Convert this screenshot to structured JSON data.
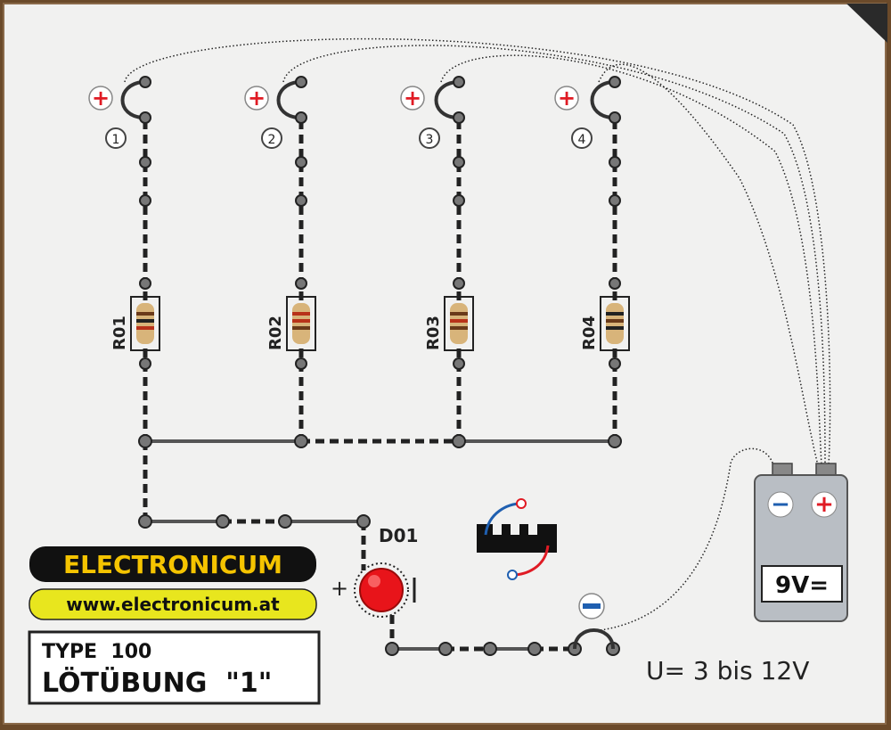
{
  "positions": [
    {
      "plus": "+",
      "number": "1",
      "resistor": "R01"
    },
    {
      "plus": "+",
      "number": "2",
      "resistor": "R02"
    },
    {
      "plus": "+",
      "number": "3",
      "resistor": "R03"
    },
    {
      "plus": "+",
      "number": "4",
      "resistor": "R04"
    }
  ],
  "led": {
    "label": "D01",
    "plus": "+"
  },
  "minus_terminal": "−",
  "brand": {
    "name": "ELECTRONICUM",
    "url": "www.electronicum.at"
  },
  "type_box": {
    "type": "TYPE  100",
    "title": "LÖTÜBUNG  \"1\""
  },
  "battery": {
    "label": "9V=",
    "plus": "+",
    "minus": "−"
  },
  "voltage_note": "U= 3 bis 12V",
  "colors": {
    "board": "#f2f2f2",
    "brand_bg": "#111111",
    "brand_text": "#f5c400",
    "url_bg": "#e8e61e",
    "led": "#e8141a",
    "battery": "#b9bec4",
    "plus_red": "#e01b24",
    "minus_blue": "#1f5fb0"
  }
}
